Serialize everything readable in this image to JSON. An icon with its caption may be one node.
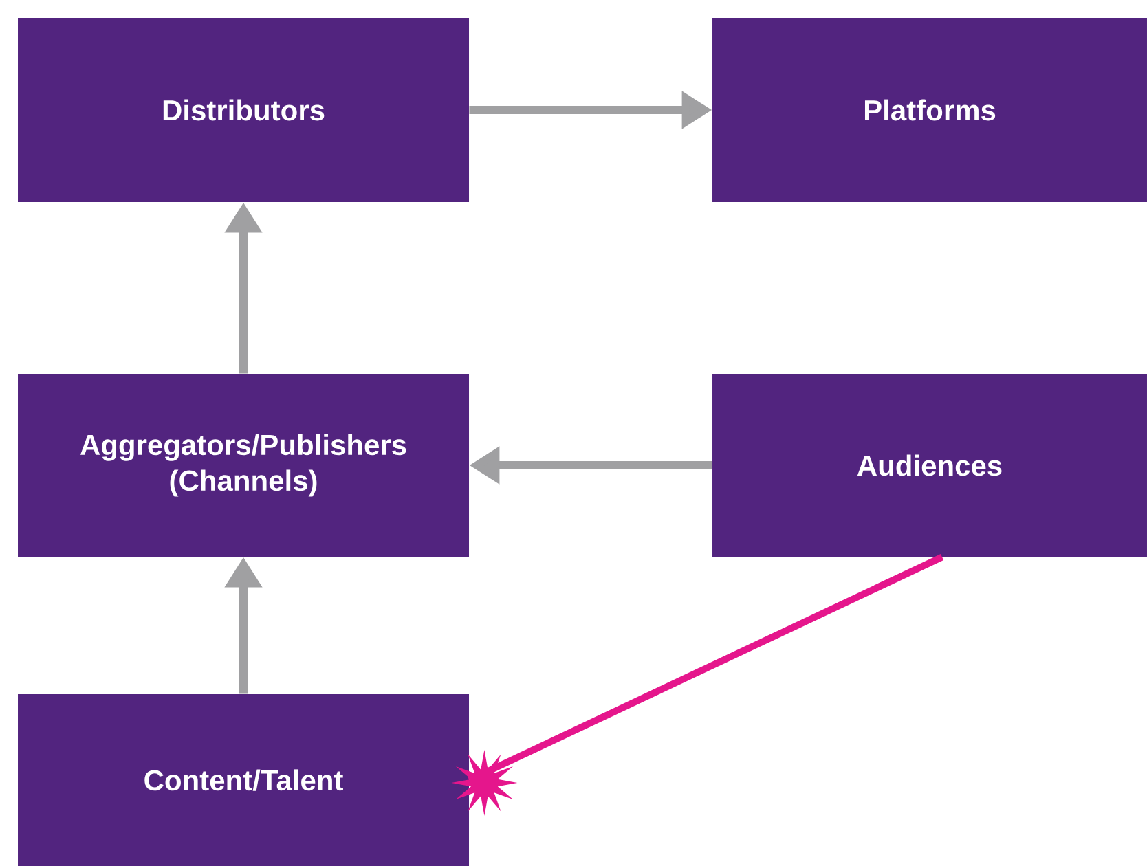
{
  "diagram": {
    "nodes": [
      {
        "text": [
          "Distributors"
        ]
      },
      {
        "text": [
          "Platforms"
        ]
      },
      {
        "text": [
          "Aggregators/Publishers (Channels)"
        ]
      },
      {
        "text": [
          "Audiences"
        ]
      },
      {
        "text": [
          "Content/Talent"
        ]
      }
    ],
    "edges": [
      {
        "from": 0,
        "to": 1,
        "arrow": "to"
      },
      {
        "from": 2,
        "to": 0,
        "arrow": "to"
      },
      {
        "from": 3,
        "to": 2,
        "arrow": "to"
      },
      {
        "from": 4,
        "to": 2,
        "arrow": "to"
      },
      {
        "from": 3,
        "to": 4,
        "arrow": "none",
        "color": "#e5168c"
      }
    ]
  }
}
